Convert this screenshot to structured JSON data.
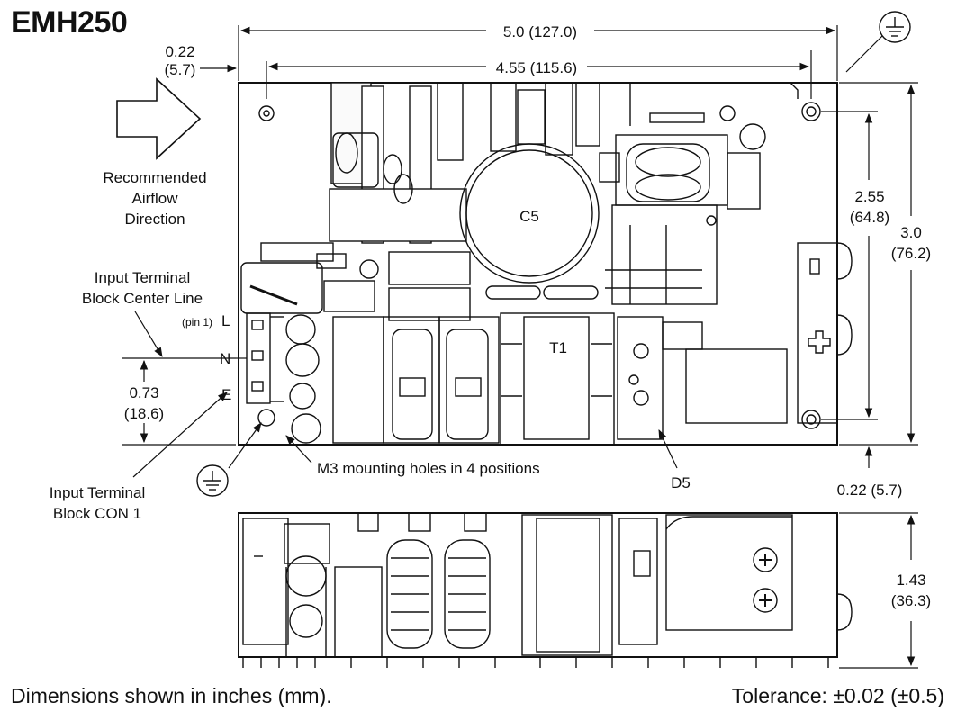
{
  "title": "EMH250",
  "dimensions": {
    "overall_width": "5.0 (127.0)",
    "hole_spacing_width": "4.55 (115.6)",
    "left_offset_top": "0.22",
    "left_offset_top_mm": "(5.7)",
    "hole_spacing_height": "2.55",
    "hole_spacing_height_mm": "(64.8)",
    "overall_height": "3.0",
    "overall_height_mm": "(76.2)",
    "terminal_offset": "0.73",
    "terminal_offset_mm": "(18.6)",
    "bottom_offset": "0.22 (5.7)",
    "side_height": "1.43",
    "side_height_mm": "(36.3)"
  },
  "labels": {
    "airflow_1": "Recommended",
    "airflow_2": "Airflow",
    "airflow_3": "Direction",
    "centerline_1": "Input Terminal",
    "centerline_2": "Block Center Line",
    "pin1": "(pin 1)",
    "pin_l": "L",
    "pin_n": "N",
    "pin_e": "E",
    "con1_1": "Input Terminal",
    "con1_2": "Block CON 1",
    "mounting": "M3 mounting holes in 4 positions",
    "c5": "C5",
    "t1": "T1",
    "d5": "D5"
  },
  "footer": {
    "units_note": "Dimensions shown in inches (mm).",
    "tolerance": "Tolerance: ±0.02 (±0.5)"
  },
  "icons": [
    "ground-icon",
    "airflow-arrow-icon"
  ]
}
